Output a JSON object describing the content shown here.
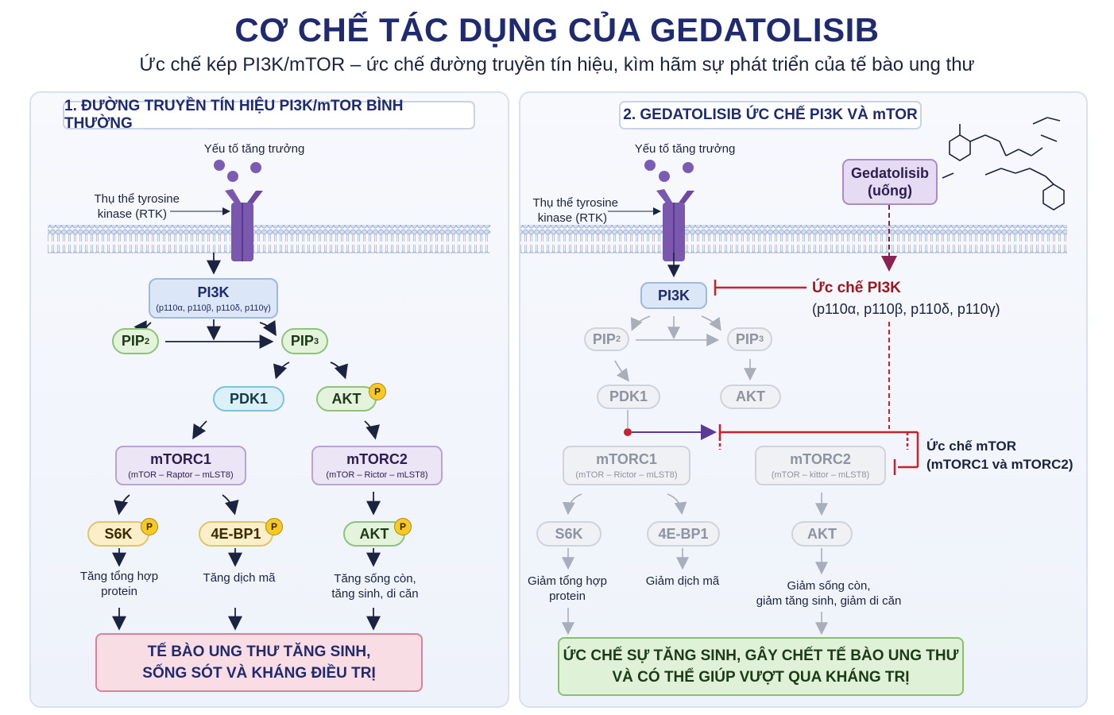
{
  "header": {
    "title": "CƠ CHẾ TÁC DỤNG CỦA GEDATOLISIB",
    "subtitle": "Ức chế kép PI3K/mTOR – ức chế đường truyền tín hiệu, kìm hãm sự phát triển của tế bào ung thư"
  },
  "left": {
    "title": "1. ĐƯỜNG TRUYỀN TÍN HIỆU PI3K/mTOR BÌNH THƯỜNG",
    "growth_factor": "Yếu tố tăng trưởng",
    "rtk_line1": "Thụ thể tyrosine",
    "rtk_line2": "kinase (RTK)",
    "pi3k": "PI3K",
    "pi3k_sub": "(p110α, p110β, p110δ, p110γ)",
    "pip2_base": "PIP",
    "pip2_sub": "2",
    "pip3_base": "PIP",
    "pip3_sub": "3",
    "pdk1": "PDK1",
    "akt": "AKT",
    "p": "P",
    "mtorc1": "mTORC1",
    "mtorc1_sub": "(mTOR – Raptor – mLST8)",
    "mtorc2": "mTORC2",
    "mtorc2_sub": "(mTOR – Rictor – mLST8)",
    "s6k": "S6K",
    "ebp1": "4E-BP1",
    "akt2": "AKT",
    "effect1_line1": "Tăng tổng hợp",
    "effect1_line2": "protein",
    "effect2": "Tăng dịch mã",
    "effect3_line1": "Tăng sống còn,",
    "effect3_line2": "tăng sinh, di căn",
    "outcome_line1": "TẾ BÀO UNG THƯ TĂNG SINH,",
    "outcome_line2": "SỐNG SÓT VÀ KHÁNG ĐIỀU TRỊ"
  },
  "right": {
    "title": "2. GEDATOLISIB ỨC CHẾ PI3K VÀ mTOR",
    "growth_factor": "Yếu tố tăng trưởng",
    "rtk_line1": "Thụ thể tyrosine",
    "rtk_line2": "kinase (RTK)",
    "drug_line1": "Gedatolisib",
    "drug_line2": "(uống)",
    "pi3k": "PI3K",
    "inhibit_pi3k": "Ức chế PI3K",
    "inhibit_pi3k_sub": "(p110α, p110β, p110δ, p110γ)",
    "pip2_base": "PIP",
    "pip2_sub": "2",
    "pip3_base": "PIP",
    "pip3_sub": "3",
    "pdk1": "PDK1",
    "akt": "AKT",
    "mtorc1": "mTORC1",
    "mtorc1_sub": "(mTOR – Rictor – mLST8)",
    "mtorc2": "mTORC2",
    "mtorc2_sub": "(mTOR – kittor – mLST8)",
    "inhibit_mtor": "Ức chế mTOR",
    "inhibit_mtor_sub": "(mTORC1 và mTORC2)",
    "s6k": "S6K",
    "ebp1": "4E-BP1",
    "akt2": "AKT",
    "effect1_line1": "Giảm tổng hợp",
    "effect1_line2": "protein",
    "effect2": "Giảm dịch mã",
    "effect3_line1": "Giảm sống còn,",
    "effect3_line2": "giảm tăng sinh, giảm di căn",
    "outcome_line1": "ỨC CHẾ SỰ TĂNG SINH, GÂY CHẾT TẾ BÀO UNG THƯ",
    "outcome_line2": "VÀ CÓ THỂ GIÚP VƯỢT QUA KHÁNG TRỊ"
  },
  "colors": {
    "title": "#1f2b6e",
    "receptor": "#7a58ad",
    "ligand": "#7b5cb3",
    "inhibit": "#c8232c",
    "membrane": "#c6d3ea"
  }
}
